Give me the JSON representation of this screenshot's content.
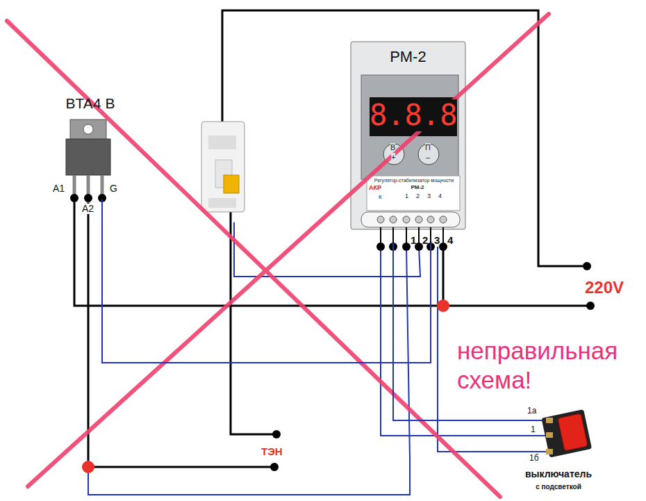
{
  "diagram": {
    "nodes": [
      {
        "text": [
          "BTA4 B"
        ]
      },
      {
        "text": [
          "РМ-2",
          "8.8.8",
          "В",
          "+",
          "П",
          "–",
          "Регулятор-стабилизатор мощности",
          "АКР",
          "РМ-2",
          "К",
          "1",
          "2",
          "3",
          "4"
        ]
      },
      {
        "text": [
          "выключатель",
          "с подсветкой"
        ]
      }
    ],
    "edges": [
      {
        "from": 0,
        "to": 1,
        "arrow": "none"
      },
      {
        "from": 1,
        "to": 2,
        "arrow": "none"
      }
    ],
    "labels": [
      "A1",
      "A2",
      "G",
      "1",
      "2",
      "3",
      "4",
      "220V",
      "ТЭН",
      "неправильная схема!",
      "1а",
      "1",
      "1б"
    ]
  }
}
